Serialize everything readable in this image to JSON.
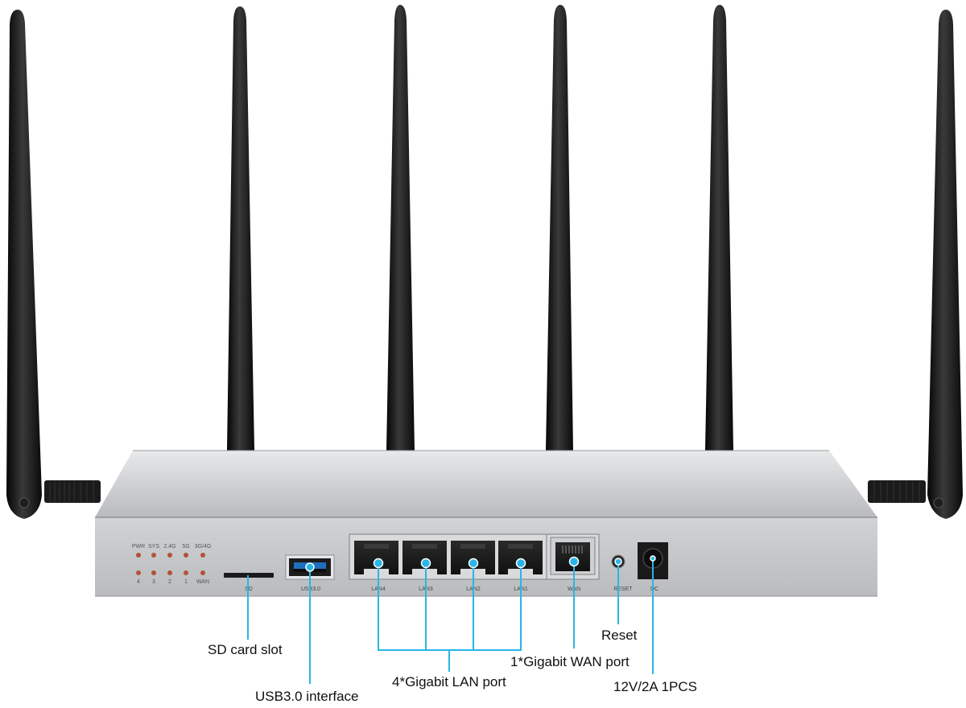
{
  "led_labels_top": [
    "PWR",
    "SYS",
    "2.4G",
    "5G",
    "3G/4G"
  ],
  "led_labels_bottom": [
    "4",
    "3",
    "2",
    "1",
    "WAN"
  ],
  "port_labels": {
    "sd": "SD",
    "usb": "USB3.0",
    "lan4": "LAN4",
    "lan3": "LAN3",
    "lan2": "LAN2",
    "lan1": "LAN1",
    "wan": "WAN",
    "reset": "RESET",
    "dc": "DC"
  },
  "callouts": {
    "sd_card": "SD card slot",
    "usb": "USB3.0 interface",
    "lan": "4*Gigabit LAN port",
    "wan": "1*Gigabit WAN port",
    "reset": "Reset",
    "power": "12V/2A 1PCS"
  },
  "colors": {
    "callout_line": "#29b5e8",
    "led": "#b5503a",
    "chassis": "#c9cacc",
    "antenna": "#141414"
  }
}
